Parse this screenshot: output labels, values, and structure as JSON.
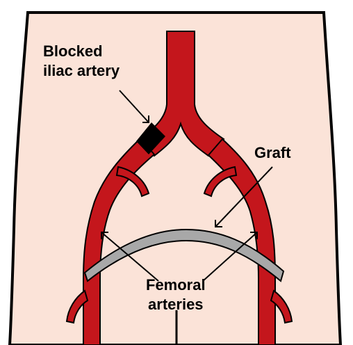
{
  "labels": {
    "blocked_line1": "Blocked",
    "blocked_line2": "iliac artery",
    "graft": "Graft",
    "femoral_line1": "Femoral",
    "femoral_line2": "arteries"
  },
  "colors": {
    "skin": "#fbe3d8",
    "outline": "#000000",
    "artery": "#c4161c",
    "blockage": "#000000",
    "graft": "#a8a8a8",
    "text": "#000000"
  }
}
